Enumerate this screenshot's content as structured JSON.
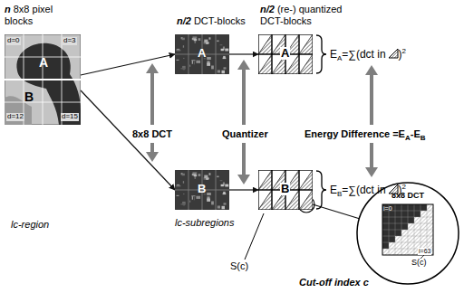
{
  "diagram": {
    "nodes": [
      {
        "text": [
          "d=0",
          "d=3",
          "A",
          "B",
          "d=12",
          "d=15"
        ]
      },
      {
        "text": [
          "A"
        ]
      },
      {
        "text": [
          "B"
        ]
      },
      {
        "text": [
          "A"
        ]
      },
      {
        "text": [
          "B"
        ]
      },
      {
        "text": [
          "8x8 DCT",
          "i=0",
          "i=63",
          "S(c)"
        ]
      }
    ],
    "edges": [
      {
        "from": 0,
        "to": 1,
        "arrow": "to"
      },
      {
        "from": 0,
        "to": 2,
        "arrow": "to"
      },
      {
        "from": 1,
        "to": 3,
        "arrow": "to"
      },
      {
        "from": 2,
        "to": 4,
        "arrow": "to"
      },
      {
        "from": 4,
        "to": 5,
        "arrow": "none"
      }
    ],
    "labels": [
      "n",
      "8x8 pixel blocks",
      "n/2",
      "DCT-blocks",
      "n/2",
      "(re-) quantized DCT-blocks",
      "E",
      "A",
      "=∑(dct in",
      ")",
      "2",
      "8x8 DCT",
      "Quantizer",
      "Energy Difference =E",
      "A",
      "-E",
      "B",
      "E",
      "B",
      "=∑(dct in",
      ")",
      "2",
      "lc-region",
      "lc-subregions",
      "S(c)",
      "Cut-off index c"
    ]
  }
}
